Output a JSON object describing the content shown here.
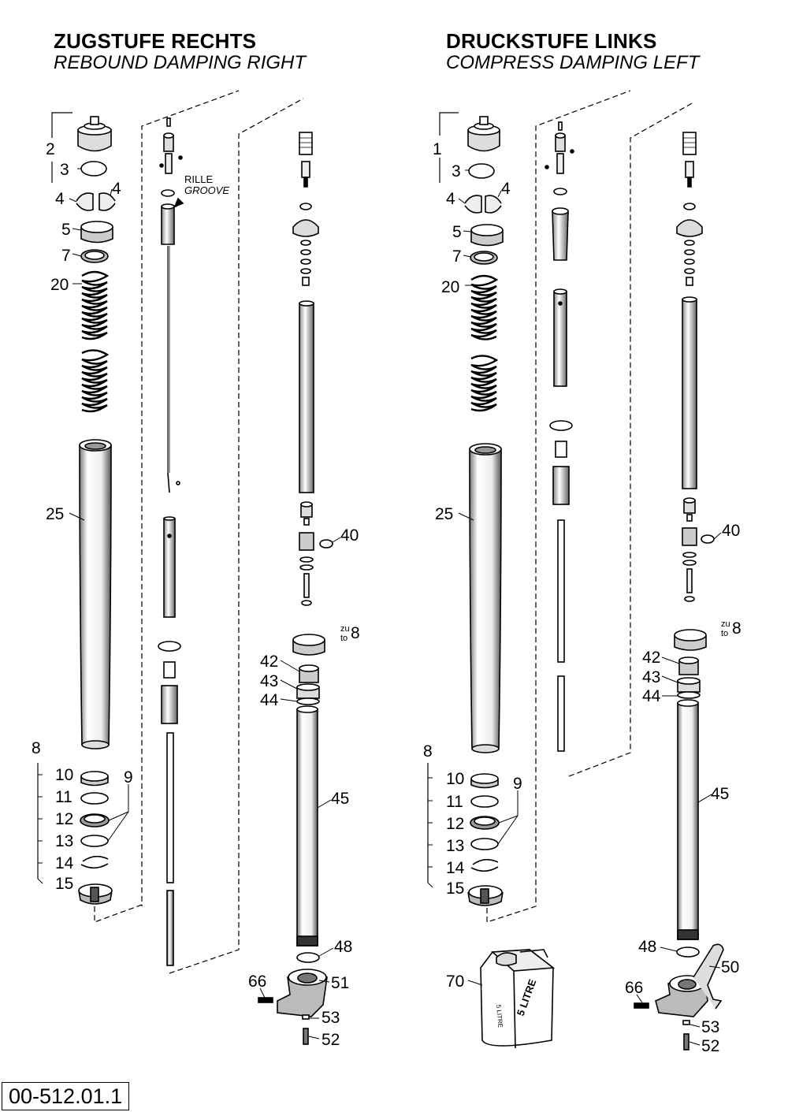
{
  "headings": {
    "left": {
      "de": "ZUGSTUFE RECHTS",
      "en": "REBOUND DAMPING RIGHT"
    },
    "right": {
      "de": "DRUCKSTUFE LINKS",
      "en": "COMPRESS DAMPING LEFT"
    }
  },
  "annotations": {
    "groove_de": "RILLE",
    "groove_en": "GROOVE",
    "oil_can": "5 LITRE",
    "oil_can_side": "5 LITRE",
    "zu": "zu",
    "to": "to"
  },
  "document_number": "00-512.01.1",
  "callouts": {
    "left": [
      "2",
      "3",
      "4",
      "4",
      "5",
      "7",
      "20",
      "25",
      "8",
      "10",
      "11",
      "12",
      "13",
      "14",
      "15",
      "9",
      "40",
      "8",
      "42",
      "43",
      "44",
      "45",
      "48",
      "66",
      "51",
      "53",
      "52"
    ],
    "right": [
      "1",
      "3",
      "4",
      "4",
      "5",
      "7",
      "20",
      "25",
      "8",
      "10",
      "11",
      "12",
      "13",
      "14",
      "15",
      "9",
      "70",
      "40",
      "8",
      "42",
      "43",
      "44",
      "45",
      "48",
      "50",
      "66",
      "53",
      "52"
    ]
  }
}
